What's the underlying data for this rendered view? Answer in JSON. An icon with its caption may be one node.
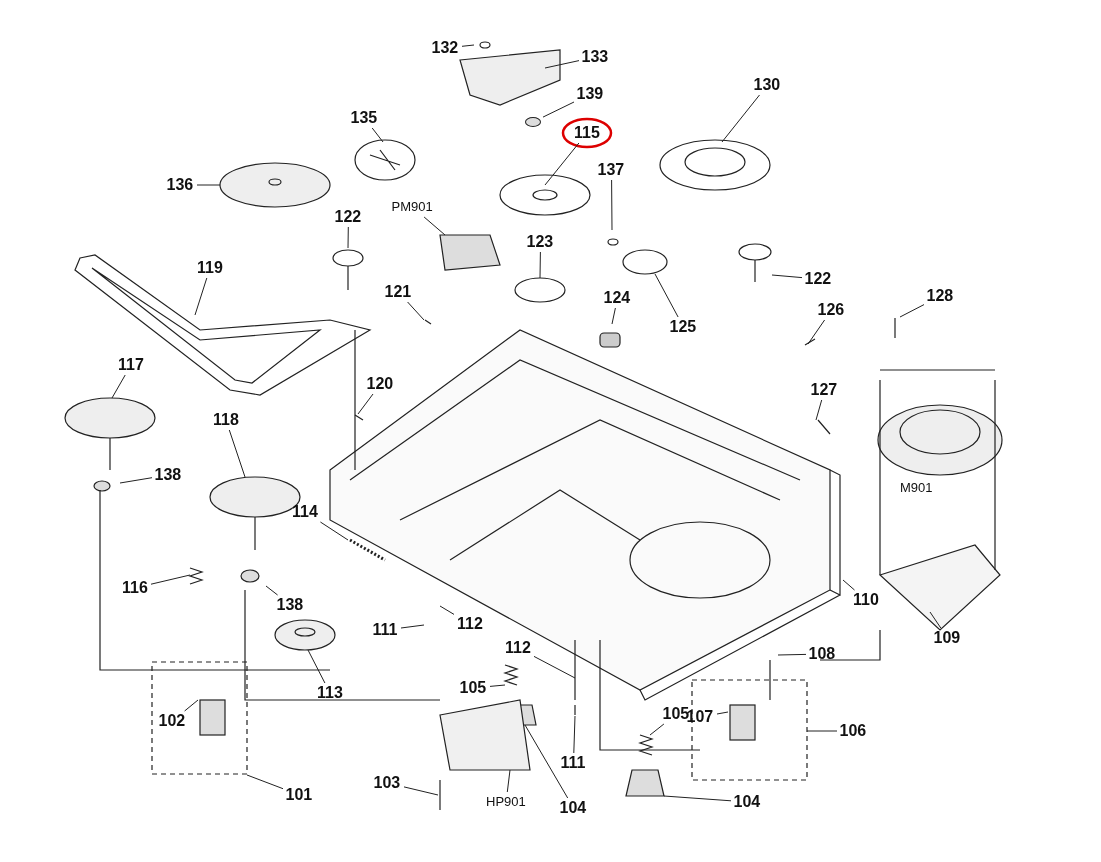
{
  "diagram": {
    "nodes": [
      {
        "text": [
          "132"
        ]
      },
      {
        "text": [
          "133"
        ]
      },
      {
        "text": [
          "139"
        ]
      },
      {
        "text": [
          "115"
        ]
      },
      {
        "text": [
          "137"
        ]
      },
      {
        "text": [
          "130"
        ]
      },
      {
        "text": [
          "135"
        ]
      },
      {
        "text": [
          "136"
        ]
      },
      {
        "text": [
          "PM901"
        ]
      },
      {
        "text": [
          "122"
        ]
      },
      {
        "text": [
          "123"
        ]
      },
      {
        "text": [
          "124"
        ]
      },
      {
        "text": [
          "125"
        ]
      },
      {
        "text": [
          "122"
        ]
      },
      {
        "text": [
          "119"
        ]
      },
      {
        "text": [
          "121"
        ]
      },
      {
        "text": [
          "126"
        ]
      },
      {
        "text": [
          "128"
        ]
      },
      {
        "text": [
          "117"
        ]
      },
      {
        "text": [
          "120"
        ]
      },
      {
        "text": [
          "118"
        ]
      },
      {
        "text": [
          "127"
        ]
      },
      {
        "text": [
          "138"
        ]
      },
      {
        "text": [
          "114"
        ]
      },
      {
        "text": [
          "116"
        ]
      },
      {
        "text": [
          "138"
        ]
      },
      {
        "text": [
          "112"
        ]
      },
      {
        "text": [
          "110"
        ]
      },
      {
        "text": [
          "109"
        ]
      },
      {
        "text": [
          "111"
        ]
      },
      {
        "text": [
          "112"
        ]
      },
      {
        "text": [
          "108"
        ]
      },
      {
        "text": [
          "113"
        ]
      },
      {
        "text": [
          "105"
        ]
      },
      {
        "text": [
          "105"
        ]
      },
      {
        "text": [
          "102"
        ]
      },
      {
        "text": [
          "107"
        ]
      },
      {
        "text": [
          "106"
        ]
      },
      {
        "text": [
          "111"
        ]
      },
      {
        "text": [
          "103"
        ]
      },
      {
        "text": [
          "101"
        ]
      },
      {
        "text": [
          "HP901"
        ]
      },
      {
        "text": [
          "104"
        ]
      },
      {
        "text": [
          "104"
        ]
      },
      {
        "text": [],
        "shape": "circle"
      }
    ],
    "edges": [
      {
        "from": 0,
        "to": null,
        "arrow": "none"
      },
      {
        "from": 1,
        "to": null,
        "arrow": "none"
      },
      {
        "from": 2,
        "to": 44,
        "arrow": "none"
      },
      {
        "from": 3,
        "to": null,
        "arrow": "none"
      },
      {
        "from": 4,
        "to": null,
        "arrow": "none"
      },
      {
        "from": 5,
        "to": null,
        "arrow": "none"
      },
      {
        "from": 6,
        "to": null,
        "arrow": "none"
      },
      {
        "from": 7,
        "to": null,
        "arrow": "none"
      },
      {
        "from": 8,
        "to": null,
        "arrow": "none"
      },
      {
        "from": 9,
        "to": null,
        "arrow": "none"
      },
      {
        "from": 10,
        "to": null,
        "arrow": "none"
      },
      {
        "from": 11,
        "to": null,
        "arrow": "none"
      },
      {
        "from": 12,
        "to": null,
        "arrow": "none"
      },
      {
        "from": 13,
        "to": null,
        "arrow": "none"
      },
      {
        "from": 14,
        "to": null,
        "arrow": "none"
      },
      {
        "from": 15,
        "to": null,
        "arrow": "none"
      },
      {
        "from": 16,
        "to": null,
        "arrow": "none"
      },
      {
        "from": 17,
        "to": null,
        "arrow": "none"
      },
      {
        "from": 18,
        "to": null,
        "arrow": "none"
      },
      {
        "from": 19,
        "to": null,
        "arrow": "none"
      },
      {
        "from": 20,
        "to": null,
        "arrow": "none"
      },
      {
        "from": 21,
        "to": null,
        "arrow": "none"
      },
      {
        "from": 22,
        "to": null,
        "arrow": "none"
      },
      {
        "from": 23,
        "to": null,
        "arrow": "none"
      },
      {
        "from": 24,
        "to": null,
        "arrow": "none"
      },
      {
        "from": 25,
        "to": null,
        "arrow": "none"
      },
      {
        "from": 26,
        "to": null,
        "arrow": "none"
      },
      {
        "from": 27,
        "to": null,
        "arrow": "none"
      },
      {
        "from": 28,
        "to": null,
        "arrow": "none"
      },
      {
        "from": 29,
        "to": null,
        "arrow": "none"
      },
      {
        "from": 30,
        "to": null,
        "arrow": "none"
      },
      {
        "from": 31,
        "to": null,
        "arrow": "none"
      },
      {
        "from": 32,
        "to": null,
        "arrow": "none"
      },
      {
        "from": 33,
        "to": null,
        "arrow": "none"
      },
      {
        "from": 34,
        "to": null,
        "arrow": "none"
      },
      {
        "from": 35,
        "to": null,
        "arrow": "none"
      },
      {
        "from": 36,
        "to": null,
        "arrow": "none"
      },
      {
        "from": 37,
        "to": null,
        "arrow": "none"
      },
      {
        "from": 38,
        "to": null,
        "arrow": "none"
      },
      {
        "from": 39,
        "to": null,
        "arrow": "none"
      },
      {
        "from": 40,
        "to": null,
        "arrow": "none"
      },
      {
        "from": 41,
        "to": null,
        "arrow": "none"
      },
      {
        "from": 42,
        "to": null,
        "arrow": "none"
      },
      {
        "from": 43,
        "to": null,
        "arrow": "none"
      }
    ],
    "labels": [
      "M901"
    ]
  }
}
